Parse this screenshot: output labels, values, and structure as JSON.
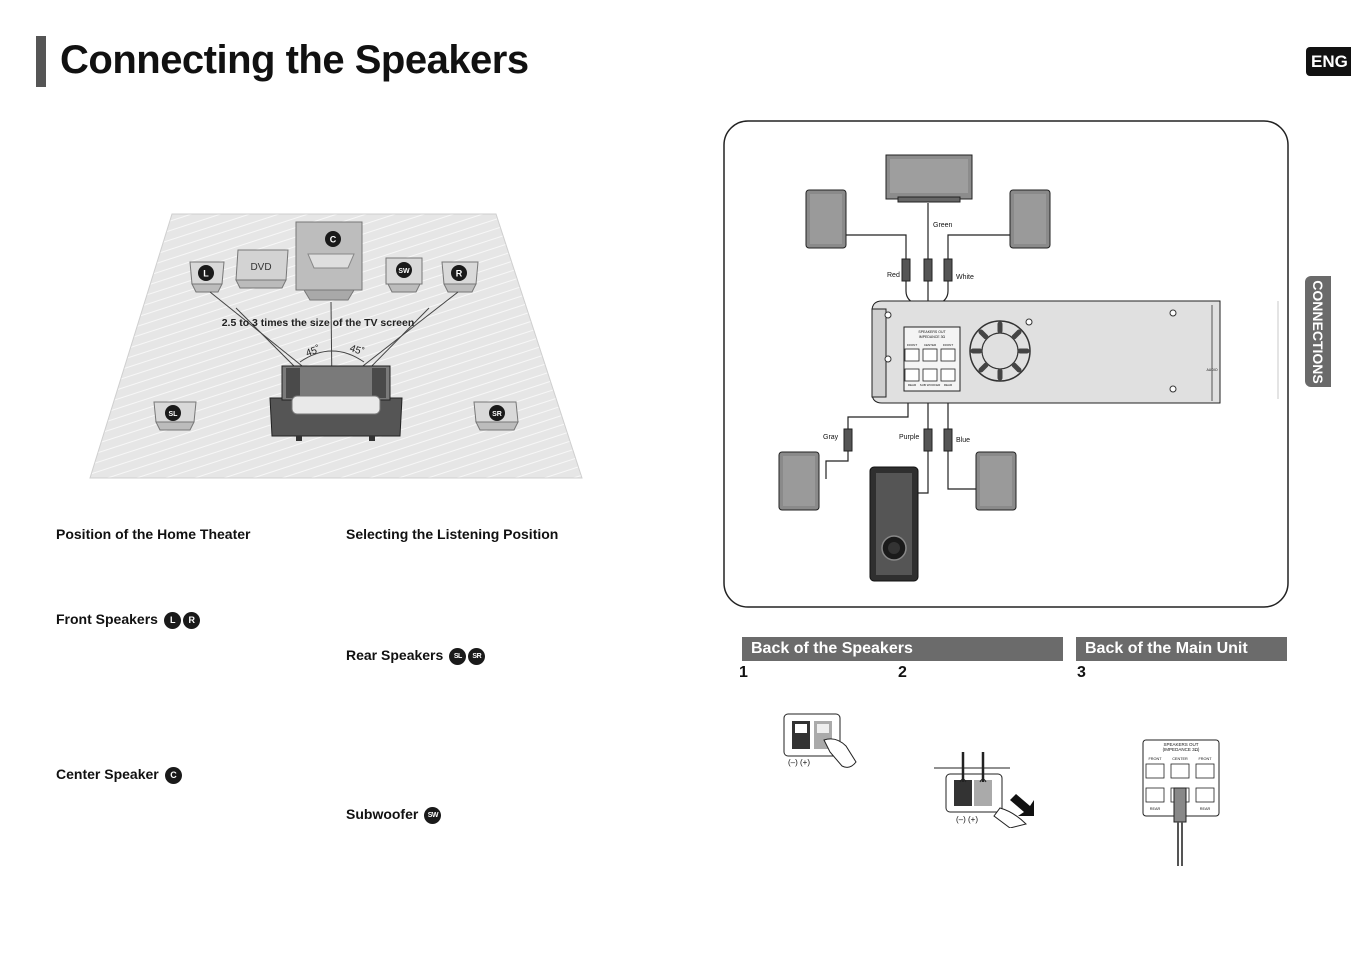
{
  "page": {
    "title": "Connecting the Speakers",
    "lang_badge": "ENG",
    "side_tab": "CONNECTIONS"
  },
  "room_diagram": {
    "distance_label": "2.5 to 3 times the size of the TV screen",
    "angle_left": "45˚",
    "angle_right": "45˚",
    "labels": {
      "dvd": "DVD",
      "center": "C",
      "left": "L",
      "right": "R",
      "subwoofer": "SW",
      "surround_left": "SL",
      "surround_right": "SR"
    }
  },
  "sections": {
    "position": "Position of the Home Theater",
    "listening": "Selecting the Listening Position",
    "front": {
      "label": "Front Speakers",
      "badges": [
        "L",
        "R"
      ]
    },
    "rear": {
      "label": "Rear Speakers",
      "badges": [
        "SL",
        "SR"
      ]
    },
    "center": {
      "label": "Center Speaker",
      "badges": [
        "C"
      ]
    },
    "subwoofer": {
      "label": "Subwoofer",
      "badges": [
        "SW"
      ]
    }
  },
  "wiring_diagram": {
    "wires": {
      "green": "Green",
      "red": "Red",
      "white": "White",
      "gray": "Gray",
      "purple": "Purple",
      "blue": "Blue"
    },
    "panel_title": "SPEAKERS OUT",
    "panel_subtitle": "IMPEDANCE 3Ω",
    "port_labels": {
      "front_l": "FRONT",
      "center": "CENTER",
      "front_r": "FRONT",
      "rear_l": "REAR",
      "subwoofer": "SUB WOOFER",
      "rear_r": "REAR"
    },
    "aux_label": "AUDIO"
  },
  "back_sections": {
    "speakers_title": "Back of the Speakers",
    "main_unit_title": "Back of the Main Unit",
    "steps": [
      "1",
      "2",
      "3"
    ],
    "polarity": "(–)  (+)",
    "inset_panel_title": "SPEAKERS OUT",
    "inset_panel_subtitle": "(IMPEDANCE 3Ω)",
    "inset_labels": {
      "front_l": "FRONT",
      "center": "CENTER",
      "front_r": "FRONT",
      "rear_l": "REAR",
      "rear_r": "REAR"
    }
  },
  "colors": {
    "accent_gray": "#6b6b6b",
    "dark": "#111111"
  }
}
